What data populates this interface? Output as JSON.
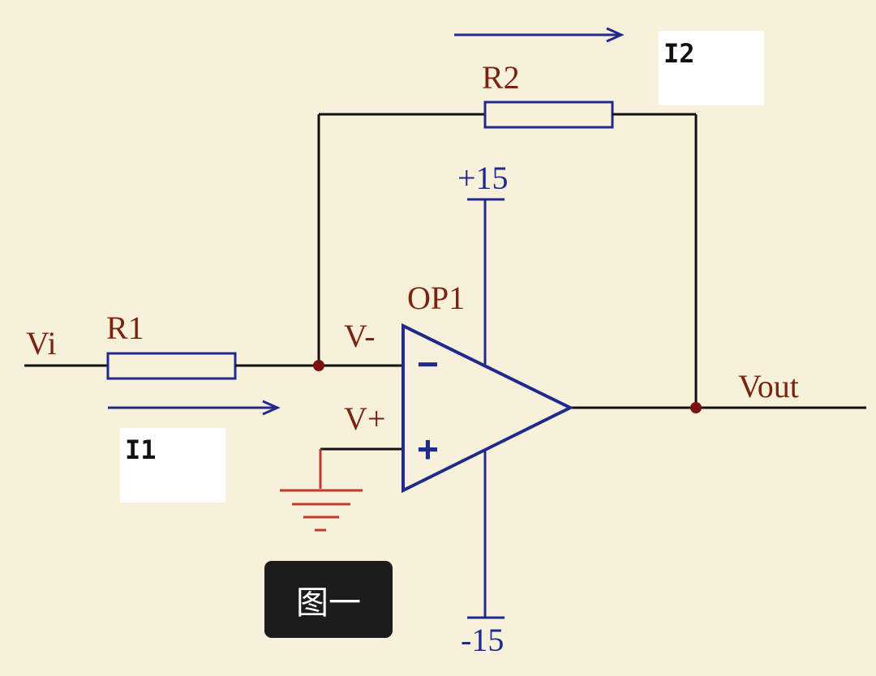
{
  "diagram": {
    "labels": {
      "vi": "Vi",
      "r1": "R1",
      "r2": "R2",
      "i1": "I1",
      "i2": "I2",
      "v_minus": "V-",
      "v_plus": "V+",
      "op1": "OP1",
      "pos_supply": "+15",
      "neg_supply": "-15",
      "vout": "Vout",
      "minus_sign": "−",
      "plus_sign": "+"
    },
    "colors": {
      "component": "#1f2a8c",
      "wire": "#111111",
      "ground": "#c0392b",
      "node": "#7a1010",
      "text": "#7a2410",
      "background": "#f7f1dc"
    }
  },
  "caption": {
    "text": "图一"
  }
}
